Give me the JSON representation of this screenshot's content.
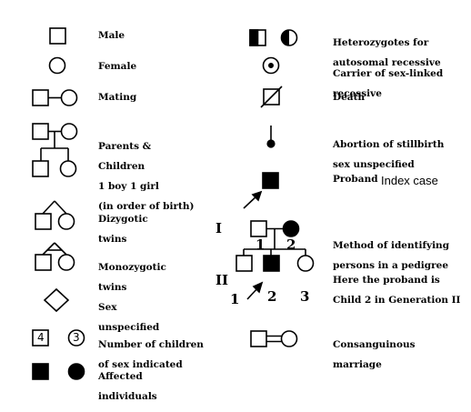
{
  "legend_left": {
    "male": "Male",
    "female": "Female",
    "mating": "Mating",
    "parents_children": [
      "Parents &",
      "Children",
      "1 boy 1 girl",
      "(in order of birth)"
    ],
    "dizygotic": [
      "Dizygotic",
      "twins"
    ],
    "monozygotic": [
      "Monozygotic",
      "twins"
    ],
    "sex_unspecified": [
      "Sex",
      "unspecified"
    ],
    "number_of_children": [
      "Number of children",
      "of sex indicated"
    ],
    "number_male": "4",
    "number_female": "3",
    "affected": [
      "Affected",
      "individuals"
    ]
  },
  "legend_right": {
    "heterozygotes": [
      "Heterozygotes for",
      "autosomal recessive"
    ],
    "carrier": [
      "Carrier of sex-linked",
      "recessive"
    ],
    "death": "Death",
    "abortion": [
      "Abortion of stillbirth",
      "sex unspecified"
    ],
    "proband": "Proband",
    "index_case": "Index case",
    "method": [
      "Method of identifying",
      "persons in a pedigree"
    ],
    "here_proband": [
      "Here the proband is",
      "Child 2 in Generation II"
    ],
    "consanguineous": [
      "Consanguinous",
      "marriage"
    ]
  },
  "pedigree": {
    "gen_I": "I",
    "gen_II": "II",
    "gen_I_numbers": [
      "1",
      "2"
    ],
    "gen_II_numbers": [
      "1",
      "2",
      "3"
    ]
  }
}
